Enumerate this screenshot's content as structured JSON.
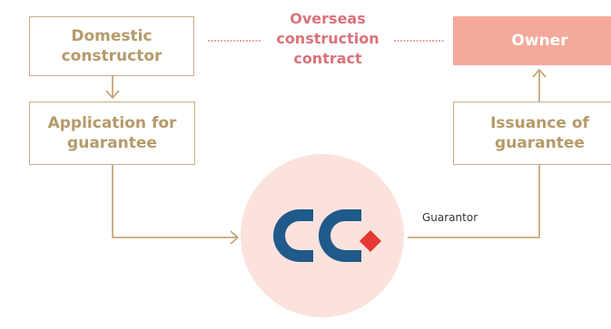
{
  "diagram": {
    "nodes": {
      "domestic_constructor": {
        "lines": [
          "Domestic",
          "constructor"
        ]
      },
      "application": {
        "lines": [
          "Application for",
          "guarantee"
        ]
      },
      "issuance": {
        "lines": [
          "Issuance of",
          "guarantee"
        ]
      },
      "owner": {
        "label": "Owner"
      },
      "contract": {
        "lines": [
          "Overseas",
          "construction",
          "contract"
        ]
      },
      "guarantor": {
        "label": "Guarantor",
        "logo": "CG-logo"
      }
    }
  },
  "colors": {
    "box_border": "#c6ae86",
    "box_text": "#b59a6a",
    "connector": "#c6a87c",
    "owner_fill": "#f4a99b",
    "contract_text": "#d9737b",
    "dotted_line": "#e9a3a3",
    "circle_fill": "#fbe2dd",
    "logo_blue": "#1f5a8a",
    "logo_red": "#e53935"
  }
}
